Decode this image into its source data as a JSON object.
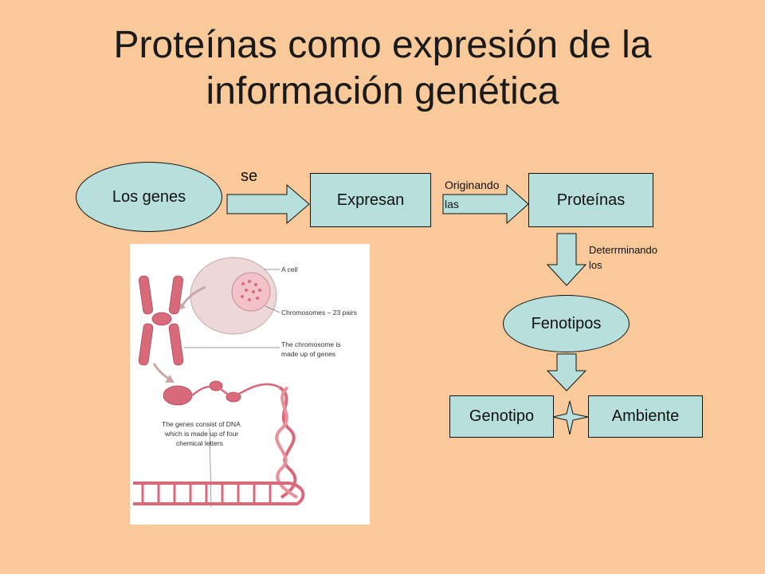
{
  "title": {
    "line1": "Proteínas como expresión de la",
    "line2": "información genética"
  },
  "nodes": {
    "los_genes": "Los genes",
    "expresan": "Expresan",
    "proteinas": "Proteínas",
    "fenotipos": "Fenotipos",
    "genotipo": "Genotipo",
    "ambiente": "Ambiente"
  },
  "edge_labels": {
    "se": "se",
    "originando_1": "Originando",
    "originando_2": "las",
    "determinando_1": "Deterrminando",
    "determinando_2": "los"
  },
  "figure": {
    "a_cell": "A cell",
    "chromosomes": "Chromosomes – 23 pairs",
    "chromosome_genes_1": "The chromosome is",
    "chromosome_genes_2": "made up of genes",
    "dna_1": "The genes consist of DNA",
    "dna_2": "which is made up of four",
    "dna_3": "chemical letters"
  },
  "colors": {
    "background": "#f9c99a",
    "node_fill": "#b7e0dd",
    "chromosome": "#d96a7a"
  }
}
